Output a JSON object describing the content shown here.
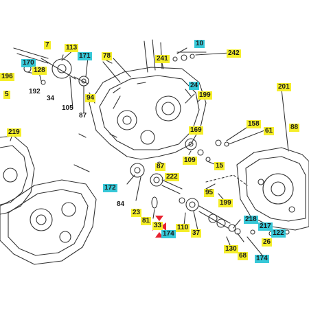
{
  "diagram": {
    "colors": {
      "yellow": "#f5ee2a",
      "cyan": "#37c8d8",
      "ink": "#333333",
      "marker": "#e8212f"
    },
    "labels": [
      {
        "key": "n7",
        "text": "7",
        "style": "yellow"
      },
      {
        "key": "n113",
        "text": "113",
        "style": "yellow"
      },
      {
        "key": "n170",
        "text": "170",
        "style": "cyan"
      },
      {
        "key": "n128",
        "text": "128",
        "style": "yellow"
      },
      {
        "key": "n196",
        "text": "196",
        "style": "yellow"
      },
      {
        "key": "n5",
        "text": "5",
        "style": "yellow"
      },
      {
        "key": "n192",
        "text": "192",
        "style": "plain"
      },
      {
        "key": "n34",
        "text": "34",
        "style": "plain"
      },
      {
        "key": "n105",
        "text": "105",
        "style": "plain"
      },
      {
        "key": "n171",
        "text": "171",
        "style": "cyan"
      },
      {
        "key": "n78",
        "text": "78",
        "style": "yellow"
      },
      {
        "key": "n87",
        "text": "87",
        "style": "plain"
      },
      {
        "key": "n94",
        "text": "94",
        "style": "yellow"
      },
      {
        "key": "n10",
        "text": "10",
        "style": "cyan"
      },
      {
        "key": "n242",
        "text": "242",
        "style": "yellow"
      },
      {
        "key": "n241",
        "text": "241",
        "style": "yellow"
      },
      {
        "key": "n24",
        "text": "24",
        "style": "cyan"
      },
      {
        "key": "n199a",
        "text": "199",
        "style": "yellow"
      },
      {
        "key": "n201",
        "text": "201",
        "style": "yellow"
      },
      {
        "key": "n158",
        "text": "158",
        "style": "yellow"
      },
      {
        "key": "n169",
        "text": "169",
        "style": "yellow"
      },
      {
        "key": "n61",
        "text": "61",
        "style": "yellow"
      },
      {
        "key": "n88",
        "text": "88",
        "style": "yellow"
      },
      {
        "key": "n219",
        "text": "219",
        "style": "yellow"
      },
      {
        "key": "n109",
        "text": "109",
        "style": "yellow"
      },
      {
        "key": "n15",
        "text": "15",
        "style": "yellow"
      },
      {
        "key": "n87b",
        "text": "87",
        "style": "yellow"
      },
      {
        "key": "n172",
        "text": "172",
        "style": "cyan"
      },
      {
        "key": "n222",
        "text": "222",
        "style": "yellow"
      },
      {
        "key": "n95",
        "text": "95",
        "style": "yellow"
      },
      {
        "key": "n199b",
        "text": "199",
        "style": "yellow"
      },
      {
        "key": "n84",
        "text": "84",
        "style": "plain"
      },
      {
        "key": "n23",
        "text": "23",
        "style": "yellow"
      },
      {
        "key": "n81",
        "text": "81",
        "style": "yellow"
      },
      {
        "key": "n33",
        "text": "33",
        "style": "yellow"
      },
      {
        "key": "n174a",
        "text": "174",
        "style": "cyan"
      },
      {
        "key": "n110",
        "text": "110",
        "style": "yellow"
      },
      {
        "key": "n37",
        "text": "37",
        "style": "yellow"
      },
      {
        "key": "n218",
        "text": "218",
        "style": "cyan"
      },
      {
        "key": "n217",
        "text": "217",
        "style": "cyan"
      },
      {
        "key": "n122",
        "text": "122",
        "style": "cyan"
      },
      {
        "key": "n26",
        "text": "26",
        "style": "yellow"
      },
      {
        "key": "n130",
        "text": "130",
        "style": "yellow"
      },
      {
        "key": "n68",
        "text": "68",
        "style": "yellow"
      },
      {
        "key": "n174b",
        "text": "174",
        "style": "cyan"
      }
    ]
  }
}
